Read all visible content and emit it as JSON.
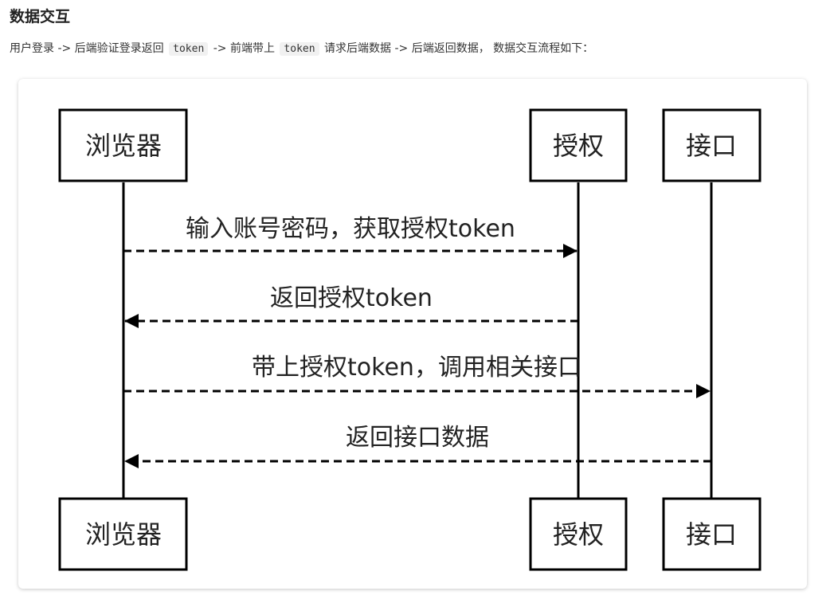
{
  "page": {
    "title": "数据交互",
    "intro": {
      "part1": "用户登录 -> 后端验证登录返回",
      "code1": "token",
      "part2": "-> 前端带上",
      "code2": "token",
      "part3": "请求后端数据 -> 后端返回数据， 数据交互流程如下："
    }
  },
  "diagram": {
    "participants": [
      {
        "id": "browser",
        "label": "浏览器"
      },
      {
        "id": "auth",
        "label": "授权"
      },
      {
        "id": "api",
        "label": "接口"
      }
    ],
    "messages": [
      {
        "from": "browser",
        "to": "auth",
        "label": "输入账号密码，获取授权token"
      },
      {
        "from": "auth",
        "to": "browser",
        "label": "返回授权token"
      },
      {
        "from": "browser",
        "to": "api",
        "label": "带上授权token，调用相关接口"
      },
      {
        "from": "api",
        "to": "browser",
        "label": "返回接口数据"
      }
    ]
  }
}
